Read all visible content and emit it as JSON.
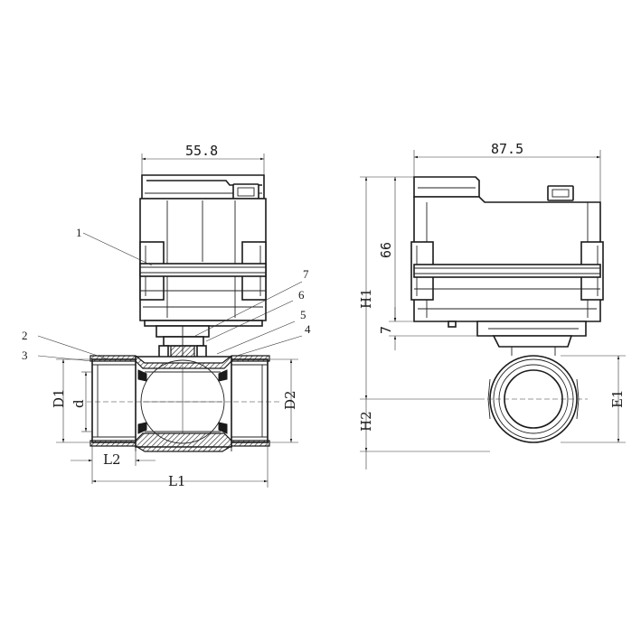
{
  "dimensions": {
    "actuator_width_side": "55.8",
    "actuator_width_front": "87.5",
    "actuator_height": "66",
    "bracket_height": "7",
    "overall_height": "H1",
    "lower_height": "H2",
    "outer_diameter": "D1",
    "bore_diameter": "d",
    "inner_diameter": "D2",
    "thread_length": "L2",
    "overall_length": "L1",
    "end_diameter": "E1"
  },
  "part_callouts": [
    "1",
    "2",
    "3",
    "4",
    "5",
    "6",
    "7"
  ]
}
